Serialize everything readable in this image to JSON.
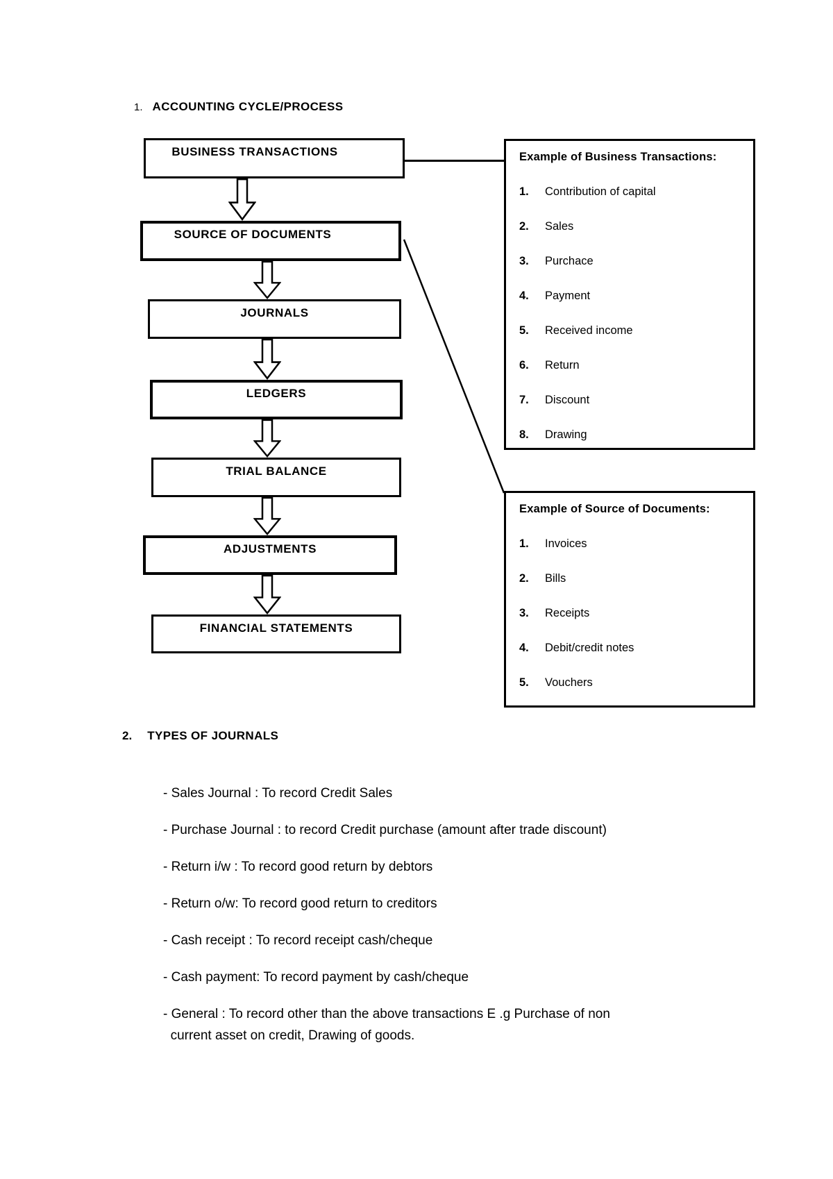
{
  "sections": {
    "one": {
      "number": "1.",
      "title": "ACCOUNTING CYCLE/PROCESS"
    },
    "two": {
      "number": "2.",
      "title": "TYPES OF JOURNALS"
    }
  },
  "flowchart": {
    "boxes": [
      {
        "label": "BUSINESS TRANSACTIONS"
      },
      {
        "label": "SOURCE OF DOCUMENTS"
      },
      {
        "label": "JOURNALS"
      },
      {
        "label": "LEDGERS"
      },
      {
        "label": "TRIAL BALANCE"
      },
      {
        "label": "ADJUSTMENTS"
      },
      {
        "label": "FINANCIAL STATEMENTS"
      }
    ]
  },
  "examples": {
    "business_transactions": {
      "title": "Example of Business Transactions:",
      "items": [
        {
          "num": "1.",
          "text": "Contribution of capital"
        },
        {
          "num": "2.",
          "text": "Sales"
        },
        {
          "num": "3.",
          "text": "Purchace"
        },
        {
          "num": "4.",
          "text": "Payment"
        },
        {
          "num": "5.",
          "text": "Received income"
        },
        {
          "num": "6.",
          "text": "Return"
        },
        {
          "num": "7.",
          "text": "Discount"
        },
        {
          "num": "8.",
          "text": "Drawing"
        }
      ]
    },
    "source_of_documents": {
      "title": "Example of Source of Documents:",
      "items": [
        {
          "num": "1.",
          "text": "Invoices"
        },
        {
          "num": "2.",
          "text": "Bills"
        },
        {
          "num": "3.",
          "text": "Receipts"
        },
        {
          "num": "4.",
          "text": "Debit/credit notes"
        },
        {
          "num": "5.",
          "text": "Vouchers"
        }
      ]
    }
  },
  "journal_types": [
    "- Sales Journal : To record Credit Sales",
    "- Purchase Journal : to record Credit purchase (amount after trade discount)",
    "- Return i/w : To record good return by debtors",
    "- Return o/w: To record good return to creditors",
    "- Cash receipt : To record receipt cash/cheque",
    "- Cash payment: To record payment by cash/cheque",
    "- General : To record other than the above transactions E .g Purchase of non\n  current asset on credit, Drawing of goods."
  ],
  "colors": {
    "ink": "#000000",
    "background": "#ffffff"
  }
}
